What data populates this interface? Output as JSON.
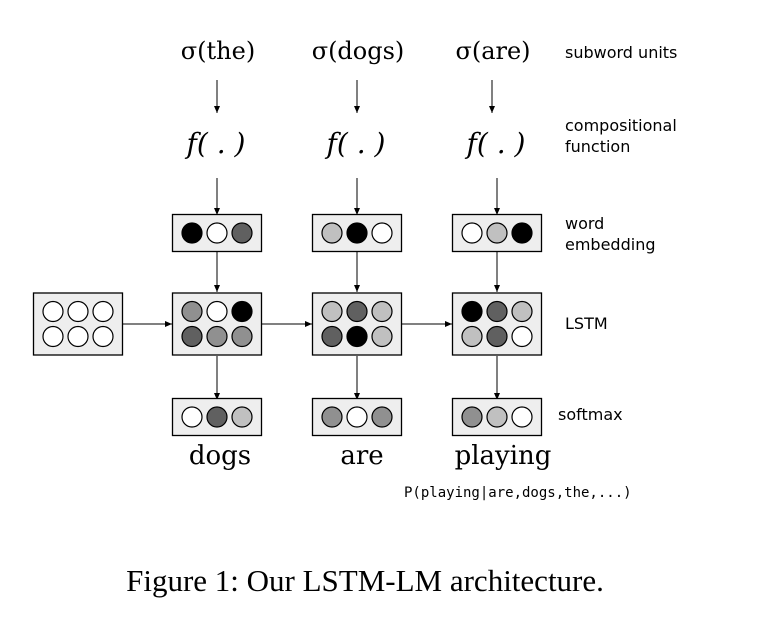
{
  "columns": [
    {
      "subword": "σ(the)",
      "composition": "f( . )",
      "word": "dogs"
    },
    {
      "subword": "σ(dogs)",
      "composition": "f( . )",
      "word": "are"
    },
    {
      "subword": "σ(are)",
      "composition": "f( . )",
      "word": "playing"
    }
  ],
  "row_labels": {
    "subword_units": "subword units",
    "compositional_function": [
      "compositional",
      "function"
    ],
    "word_embedding": [
      "word",
      "embedding"
    ],
    "lstm": "LSTM",
    "softmax": "softmax"
  },
  "probability": "P(playing|are,dogs,the,...)",
  "caption": "Figure 1: Our LSTM-LM architecture.",
  "colors": {
    "box_fill": "#eeeeee",
    "stroke": "#000000",
    "white": "#ffffff",
    "light_gray": "#c0c0c0",
    "gray": "#909090",
    "dark_gray": "#606060",
    "black": "#000000"
  },
  "cells": {
    "initial_state": [
      [
        "white",
        "white",
        "white"
      ],
      [
        "white",
        "white",
        "white"
      ]
    ],
    "embedding": [
      [
        "black",
        "white",
        "dark_gray"
      ],
      [
        "light_gray",
        "black",
        "white"
      ],
      [
        "white",
        "light_gray",
        "black"
      ]
    ],
    "lstm": [
      [
        [
          "gray",
          "white",
          "black"
        ],
        [
          "dark_gray",
          "gray",
          "gray"
        ]
      ],
      [
        [
          "light_gray",
          "dark_gray",
          "light_gray"
        ],
        [
          "dark_gray",
          "black",
          "light_gray"
        ]
      ],
      [
        [
          "black",
          "dark_gray",
          "light_gray"
        ],
        [
          "light_gray",
          "dark_gray",
          "white"
        ]
      ]
    ],
    "softmax": [
      [
        "white",
        "dark_gray",
        "light_gray"
      ],
      [
        "gray",
        "white",
        "gray"
      ],
      [
        "gray",
        "light_gray",
        "white"
      ]
    ]
  }
}
